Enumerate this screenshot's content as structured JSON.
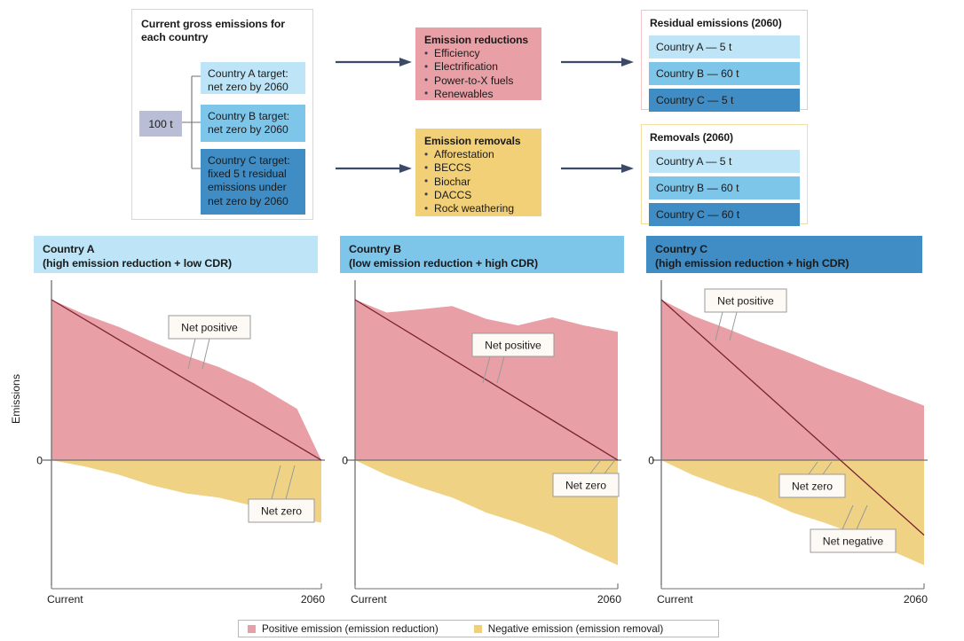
{
  "flow": {
    "gross_box": {
      "title": "Current gross emissions for each country"
    },
    "total": {
      "label": "100 t"
    },
    "country_targets": [
      {
        "name": "country-a",
        "text": "Country A target: net zero by 2060",
        "color": "#bde5f7"
      },
      {
        "name": "country-b",
        "text": "Country B target: net zero by 2060",
        "color": "#7ec5ea"
      },
      {
        "name": "country-c",
        "text": "Country C target: fixed 5 t residual emissions under net zero by 2060",
        "color": "#3f8dc4"
      }
    ],
    "reductions": {
      "title": "Emission reductions",
      "items": [
        "Efficiency",
        "Electrification",
        "Power-to-X fuels",
        "Renewables"
      ],
      "color": "#e8a0a6"
    },
    "removals": {
      "title": "Emission removals",
      "items": [
        "Afforestation",
        "BECCS",
        "Biochar",
        "DACCS",
        "Rock weathering"
      ],
      "color": "#f2d078"
    },
    "residual_results": {
      "title": "Residual emissions (2060)",
      "border_color": "#f2c3c7",
      "rows": [
        {
          "label": "Country A — 5 t",
          "color": "#bde5f7"
        },
        {
          "label": "Country B — 60 t",
          "color": "#7ec5ea"
        },
        {
          "label": "Country C — 5 t",
          "color": "#3f8dc4"
        }
      ]
    },
    "removal_results": {
      "title": "Removals (2060)",
      "border_color": "#f2dea0",
      "rows": [
        {
          "label": "Country A — 5 t",
          "color": "#bde5f7"
        },
        {
          "label": "Country B — 60 t",
          "color": "#7ec5ea"
        },
        {
          "label": "Country C — 60 t",
          "color": "#3f8dc4"
        }
      ]
    },
    "arrow_color": "#3c4a68"
  },
  "panels": [
    {
      "title_line1": "Country A",
      "title_line2": "(high emission reduction + low CDR)",
      "header_color": "#bde5f7"
    },
    {
      "title_line1": "Country B",
      "title_line2": "(low emission reduction + high CDR)",
      "header_color": "#7ec5ea"
    },
    {
      "title_line1": "Country C",
      "title_line2": "(high emission reduction + high CDR)",
      "header_color": "#3f8dc4"
    }
  ],
  "axes": {
    "ylabel": "Emissions",
    "zero_tick": "0",
    "x_start": "Current",
    "x_end": "2060"
  },
  "callouts": {
    "net_positive": "Net positive",
    "net_zero": "Net zero",
    "net_negative": "Net negative"
  },
  "legend": {
    "items": [
      {
        "label": "Positive emission (emission reduction)",
        "color": "#e8a0a6"
      },
      {
        "label": "Negative emission (emission removal)",
        "color": "#f2d078"
      }
    ]
  },
  "colors": {
    "positive_fill": "#e8a0a6",
    "negative_fill": "#f0d285",
    "net_line": "#7a2230",
    "axis": "#6f6f6f",
    "blue_light": "#bde5f7",
    "blue_mid": "#7ec5ea",
    "blue_dark": "#3f8dc4",
    "grey_box": "#b9bdd6"
  },
  "chart_data": [
    {
      "type": "area",
      "title": "Country A (high emission reduction + low CDR)",
      "xlabel": "",
      "ylabel": "Emissions",
      "x": [
        "Current",
        "2060"
      ],
      "xlim": [
        0,
        100
      ],
      "ylim": [
        -60,
        100
      ],
      "grid": false,
      "legend": "bottom",
      "annotations": [
        "Net positive",
        "Net zero"
      ],
      "series": [
        {
          "name": "Positive emission (emission reduction)",
          "x": [
            0,
            12,
            25,
            37,
            50,
            62,
            75,
            83,
            91,
            100
          ],
          "values": [
            100,
            91,
            83,
            74,
            65,
            58,
            48,
            40,
            32,
            0
          ]
        },
        {
          "name": "Negative emission (emission removal)",
          "x": [
            0,
            12,
            25,
            37,
            50,
            62,
            75,
            83,
            91,
            100
          ],
          "values": [
            0,
            -3,
            -7,
            -12,
            -16,
            -18,
            -22,
            -25,
            -28,
            -30
          ]
        },
        {
          "name": "Net emissions",
          "x": [
            0,
            100
          ],
          "values": [
            100,
            0
          ]
        }
      ]
    },
    {
      "type": "area",
      "title": "Country B (low emission reduction + high CDR)",
      "xlabel": "",
      "ylabel": "Emissions",
      "x": [
        "Current",
        "2060"
      ],
      "xlim": [
        0,
        100
      ],
      "ylim": [
        -100,
        100
      ],
      "grid": false,
      "legend": "bottom",
      "annotations": [
        "Net positive",
        "Net zero"
      ],
      "series": [
        {
          "name": "Positive emission (emission reduction)",
          "x": [
            0,
            12,
            25,
            37,
            50,
            62,
            75,
            87,
            100
          ],
          "values": [
            100,
            92,
            94,
            96,
            88,
            84,
            89,
            84,
            80
          ]
        },
        {
          "name": "Negative emission (emission removal)",
          "x": [
            0,
            12,
            25,
            37,
            50,
            62,
            75,
            87,
            100
          ],
          "values": [
            0,
            -12,
            -22,
            -30,
            -42,
            -50,
            -60,
            -72,
            -84
          ]
        },
        {
          "name": "Net emissions",
          "x": [
            0,
            100
          ],
          "values": [
            100,
            0
          ]
        }
      ]
    },
    {
      "type": "area",
      "title": "Country C (high emission reduction + high CDR)",
      "xlabel": "",
      "ylabel": "Emissions",
      "x": [
        "Current",
        "2060"
      ],
      "xlim": [
        0,
        100
      ],
      "ylim": [
        -100,
        100
      ],
      "grid": false,
      "legend": "bottom",
      "annotations": [
        "Net positive",
        "Net zero",
        "Net negative"
      ],
      "series": [
        {
          "name": "Positive emission (emission reduction)",
          "x": [
            0,
            12,
            25,
            37,
            50,
            62,
            75,
            87,
            100
          ],
          "values": [
            100,
            90,
            82,
            74,
            66,
            58,
            50,
            42,
            34
          ]
        },
        {
          "name": "Negative emission (emission removal)",
          "x": [
            0,
            12,
            25,
            37,
            50,
            62,
            75,
            87,
            100
          ],
          "values": [
            0,
            -12,
            -22,
            -30,
            -42,
            -50,
            -60,
            -72,
            -84
          ]
        },
        {
          "name": "Net emissions",
          "x": [
            0,
            100
          ],
          "values": [
            100,
            -60
          ]
        }
      ]
    }
  ]
}
